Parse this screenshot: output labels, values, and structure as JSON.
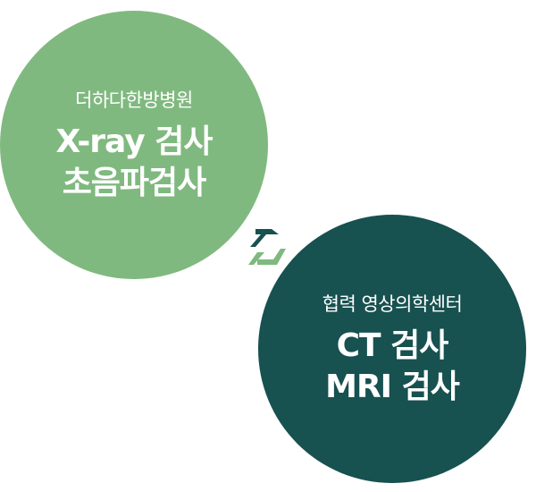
{
  "left_circle": {
    "subtitle": "더하다한방병원",
    "lines": [
      "X-ray 검사",
      "초음파검사"
    ],
    "color": "#80b97f"
  },
  "right_circle": {
    "subtitle": "협력 영상의학센터",
    "lines": [
      "CT 검사",
      "MRI 검사"
    ],
    "color": "#175150"
  },
  "exchange_arrows": {
    "upper_color": "#175150",
    "lower_color": "#80b97f"
  }
}
